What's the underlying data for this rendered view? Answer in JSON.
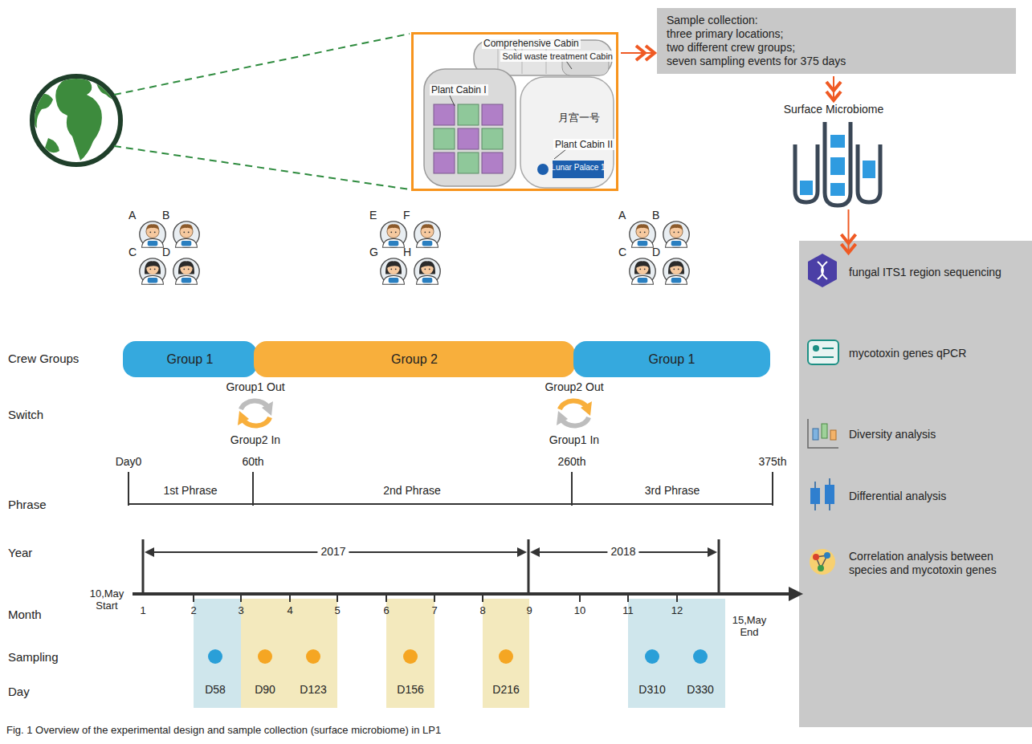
{
  "diagram": {
    "caption": "Fig. 1 Overview of the experimental design and sample collection (surface microbiome) in LP1",
    "nodes": [
      {
        "text": [
          "Comprehensive Cabin",
          "Solid waste treatment Cabin",
          "Plant Cabin I",
          "Plant Cabin II"
        ]
      },
      {
        "text": [
          "Sample collection:",
          "three primary locations;",
          "two different crew groups;",
          "seven sampling events for 375 days"
        ]
      },
      {
        "text": [
          "Surface Microbiome"
        ]
      },
      {
        "text": [
          "fungal ITS1 region sequencing"
        ]
      },
      {
        "text": [
          "mycotoxin genes qPCR"
        ]
      },
      {
        "text": [
          "Diversity analysis"
        ]
      },
      {
        "text": [
          "Differential analysis"
        ]
      },
      {
        "text": [
          "Correlation analysis between species and mycotoxin genes"
        ]
      },
      {
        "text": [
          "Group 1"
        ]
      },
      {
        "text": [
          "Group 2"
        ]
      },
      {
        "text": [
          "Group 1"
        ]
      }
    ],
    "edges": [
      {
        "from": 0,
        "to": 1,
        "arrow": "to"
      },
      {
        "from": 1,
        "to": 2,
        "arrow": "to"
      },
      {
        "from": 2,
        "to": 3,
        "arrow": "to"
      }
    ],
    "labels": [
      "月宫一号",
      "Lunar Palace 1",
      "A",
      "B",
      "C",
      "D",
      "E",
      "F",
      "G",
      "H",
      "A",
      "B",
      "C",
      "D",
      "Crew Groups",
      "Switch",
      "Group1 Out",
      "Group2 In",
      "Group2 Out",
      "Group1 In",
      "Day0",
      "60th",
      "260th",
      "375th",
      "Phrase",
      "1st Phrase",
      "2nd Phrase",
      "3rd Phrase",
      "Year",
      "2017",
      "2018",
      "Month",
      "10,May Start",
      "1",
      "2",
      "3",
      "4",
      "5",
      "6",
      "7",
      "8",
      "9",
      "10",
      "11",
      "12",
      "15,May End",
      "Sampling",
      "Day",
      "D58",
      "D90",
      "D123",
      "D156",
      "D216",
      "D310",
      "D330"
    ]
  }
}
